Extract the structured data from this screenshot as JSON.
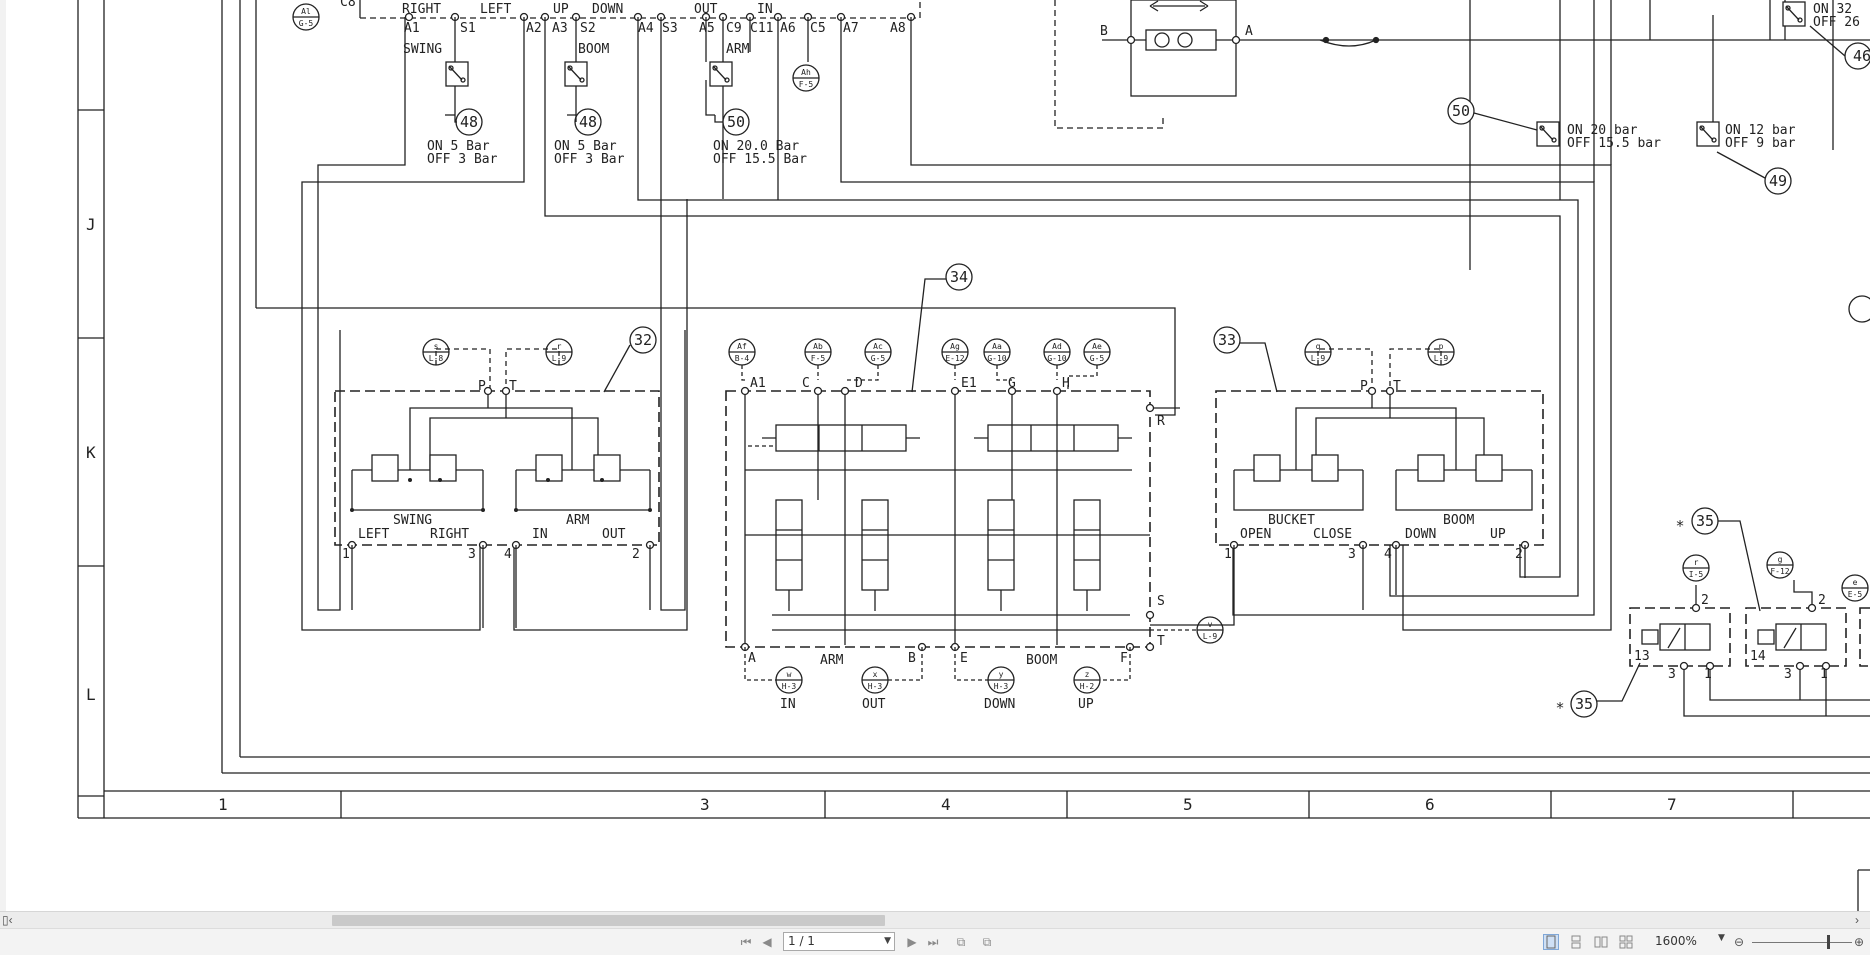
{
  "toolbar": {
    "page_indicator": "1 / 1",
    "zoom_level": "1600%"
  },
  "icons": [
    "first-page-icon",
    "prev-page-icon",
    "next-page-icon",
    "last-page-icon",
    "copy-icon",
    "copy-alt-icon",
    "single-page-view-icon",
    "continuous-view-icon",
    "two-page-view-icon",
    "facing-view-icon",
    "zoom-dropdown-icon",
    "zoom-out-icon",
    "zoom-in-icon",
    "scroll-left-icon",
    "scroll-right-icon"
  ],
  "schematic": {
    "row_letters": [
      "J",
      "K",
      "L"
    ],
    "column_numbers": [
      "1",
      "3",
      "4",
      "5",
      "6",
      "7"
    ],
    "top_ports": [
      "A1",
      "S1",
      "A2",
      "A3",
      "S2",
      "A4",
      "S3",
      "A5",
      "C9",
      "C11",
      "A6",
      "C5",
      "A7",
      "A8"
    ],
    "top_dir_labels": [
      "RIGHT",
      "LEFT",
      "UP",
      "DOWN",
      "OUT",
      "IN"
    ],
    "c8_label": "C8",
    "function_labels": {
      "swing": "SWING",
      "boom": "BOOM",
      "arm": "ARM"
    },
    "pressure_switches": [
      {
        "callout": "48",
        "on": "ON  5 Bar",
        "off": "OFF 3 Bar"
      },
      {
        "callout": "48",
        "on": "ON  5 Bar",
        "off": "OFF 3 Bar"
      },
      {
        "callout": "50",
        "on": "ON  20.0 Bar",
        "off": "OFF 15.5 Bar"
      },
      {
        "callout": "50",
        "on": "ON  20 bar",
        "off": "OFF 15.5 bar"
      },
      {
        "callout": "49",
        "on": "ON  12 bar",
        "off": "OFF  9 bar"
      },
      {
        "callout": "46",
        "on": "ON  32",
        "off": "OFF 26"
      }
    ],
    "connector_tags": [
      {
        "top": "Al",
        "bottom": "G-5"
      },
      {
        "top": "Ah",
        "bottom": "F-5"
      },
      {
        "top": "s",
        "bottom": "L-8"
      },
      {
        "top": "r",
        "bottom": "L-9"
      },
      {
        "top": "Af",
        "bottom": "B-4"
      },
      {
        "top": "Ab",
        "bottom": "F-5"
      },
      {
        "top": "Ac",
        "bottom": "G-5"
      },
      {
        "top": "Ag",
        "bottom": "E-12"
      },
      {
        "top": "Aa",
        "bottom": "G-10"
      },
      {
        "top": "Ad",
        "bottom": "G-10"
      },
      {
        "top": "Ae",
        "bottom": "G-5"
      },
      {
        "top": "q",
        "bottom": "L-9"
      },
      {
        "top": "p",
        "bottom": "L-9"
      },
      {
        "top": "v",
        "bottom": "L-9"
      },
      {
        "top": "w",
        "bottom": "H-3"
      },
      {
        "top": "x",
        "bottom": "H-3"
      },
      {
        "top": "y",
        "bottom": "H-3"
      },
      {
        "top": "z",
        "bottom": "H-2"
      },
      {
        "top": "r",
        "bottom": "I-5"
      },
      {
        "top": "g",
        "bottom": "F-12"
      },
      {
        "top": "e",
        "bottom": "E-5"
      }
    ],
    "callouts": [
      "32",
      "34",
      "33",
      "35",
      "35"
    ],
    "asterisk": "∗",
    "pilot_left": {
      "labels": [
        "P",
        "T"
      ],
      "ports": [
        "1",
        "3",
        "4",
        "2"
      ],
      "sections": [
        "SWING",
        "ARM"
      ],
      "dirs": [
        "LEFT",
        "RIGHT",
        "IN",
        "OUT"
      ]
    },
    "pilot_right": {
      "labels": [
        "P",
        "T"
      ],
      "ports": [
        "1",
        "3",
        "4",
        "2"
      ],
      "sections": [
        "BUCKET",
        "BOOM"
      ],
      "dirs": [
        "OPEN",
        "CLOSE",
        "DOWN",
        "UP"
      ]
    },
    "valve_block": {
      "top_ports": [
        "A1",
        "C",
        "D",
        "E1",
        "G",
        "H"
      ],
      "side_ports": [
        "R",
        "S",
        "T"
      ],
      "bottom_ports": [
        "A",
        "B",
        "E",
        "F"
      ],
      "section_labels": [
        "ARM",
        "BOOM"
      ],
      "bottom_dirs": [
        "IN",
        "OUT",
        "DOWN",
        "UP"
      ]
    },
    "solenoids": [
      {
        "id": "13",
        "ports": [
          "2",
          "3",
          "1"
        ]
      },
      {
        "id": "14",
        "ports": [
          "2",
          "3",
          "1"
        ]
      }
    ],
    "small_labels": [
      "B",
      "A"
    ]
  }
}
